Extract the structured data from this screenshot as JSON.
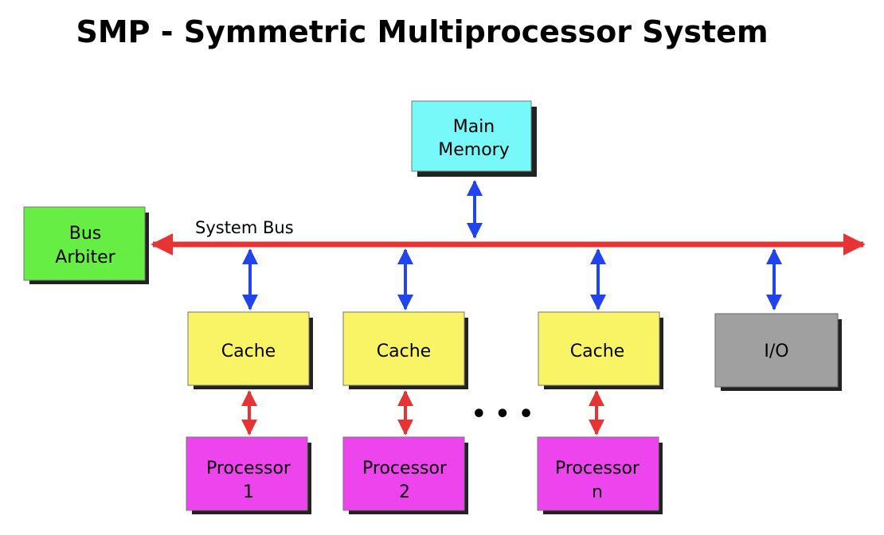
{
  "title": "SMP - Symmetric Multiprocessor System",
  "bus_label": "System Bus",
  "main_memory": {
    "line1": "Main",
    "line2": "Memory"
  },
  "bus_arbiter": {
    "line1": "Bus",
    "line2": "Arbiter"
  },
  "caches": [
    "Cache",
    "Cache",
    "Cache"
  ],
  "io": "I/O",
  "processors": [
    {
      "line1": "Processor",
      "line2": "1"
    },
    {
      "line1": "Processor",
      "line2": "2"
    },
    {
      "line1": "Processor",
      "line2": "n"
    }
  ],
  "ellipsis": "• • •",
  "colors": {
    "main_memory": "#77f9f9",
    "bus_arbiter": "#66ee44",
    "cache": "#f9f466",
    "io": "#a0a0a0",
    "processor": "#ee44ee",
    "system_bus": "#e63333",
    "bus_link": "#2244ee",
    "cpu_link": "#e63333",
    "shadow": "#222222",
    "outline": "#555555"
  }
}
